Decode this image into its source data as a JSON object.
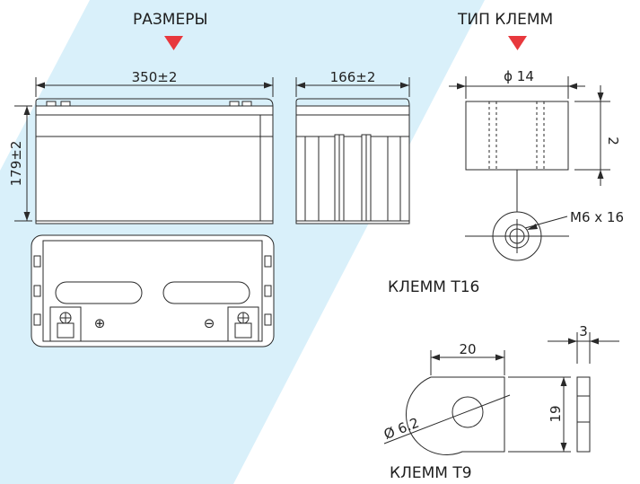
{
  "headings": {
    "dimensions": "РАЗМЕРЫ",
    "terminal_type": "ТИП КЛЕММ"
  },
  "battery": {
    "length": "350±2",
    "width": "166±2",
    "height": "179±2"
  },
  "terminal_t16": {
    "diameter": "ϕ 14",
    "height": "2",
    "bolt": "M6 x 16",
    "caption": "КЛЕММ T16"
  },
  "terminal_t9": {
    "width": "20",
    "thickness": "3",
    "height": "19",
    "hole": "Ø 6.2",
    "caption": "КЛЕММ T9"
  },
  "polarity": {
    "positive": "⊕",
    "negative": "⊖"
  },
  "colors": {
    "accent": "#e8383d",
    "background_stripe": "#d9f0fa",
    "line": "#2a2a2a"
  }
}
